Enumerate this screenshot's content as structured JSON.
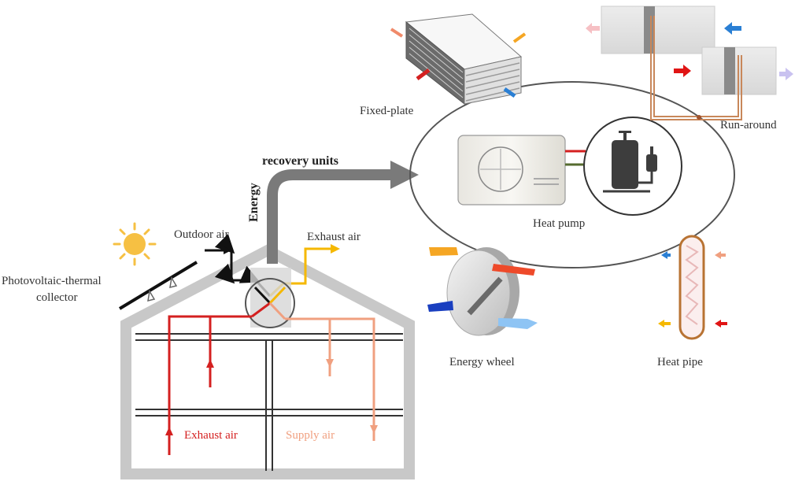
{
  "diagram": {
    "title": "Energy recovery units in building ventilation",
    "labels": {
      "pvt_line1": "Photovoltaic-thermal",
      "pvt_line2": "collector",
      "outdoor_air": "Outdoor air",
      "exhaust_air_top": "Exhaust air",
      "energy": "Energy",
      "recovery_units": "recovery units",
      "exhaust_air_room": "Exhaust air",
      "supply_air_room": "Supply air",
      "fixed_plate": "Fixed-plate",
      "run_around": "Run-around",
      "heat_pump": "Heat pump",
      "energy_wheel": "Energy wheel",
      "heat_pipe": "Heat pipe"
    },
    "components": [
      {
        "id": "fixed-plate",
        "label": "Fixed-plate"
      },
      {
        "id": "run-around",
        "label": "Run-around"
      },
      {
        "id": "heat-pump",
        "label": "Heat pump"
      },
      {
        "id": "energy-wheel",
        "label": "Energy wheel"
      },
      {
        "id": "heat-pipe",
        "label": "Heat pipe"
      }
    ],
    "colors": {
      "exhaust_indoor": "#d42020",
      "supply_indoor": "#f0a080",
      "exhaust_outdoor": "#f5b800",
      "outdoor_air": "#111111",
      "house_wall": "#c8c8c8",
      "big_arrow": "#7a7a7a",
      "sun": "#f6c043",
      "run_around_pipe": "#c8875a",
      "heat_pipe_shell": "#b87333",
      "blue_arrow": "#2a7fd4",
      "red_arrow": "#e01515"
    }
  }
}
